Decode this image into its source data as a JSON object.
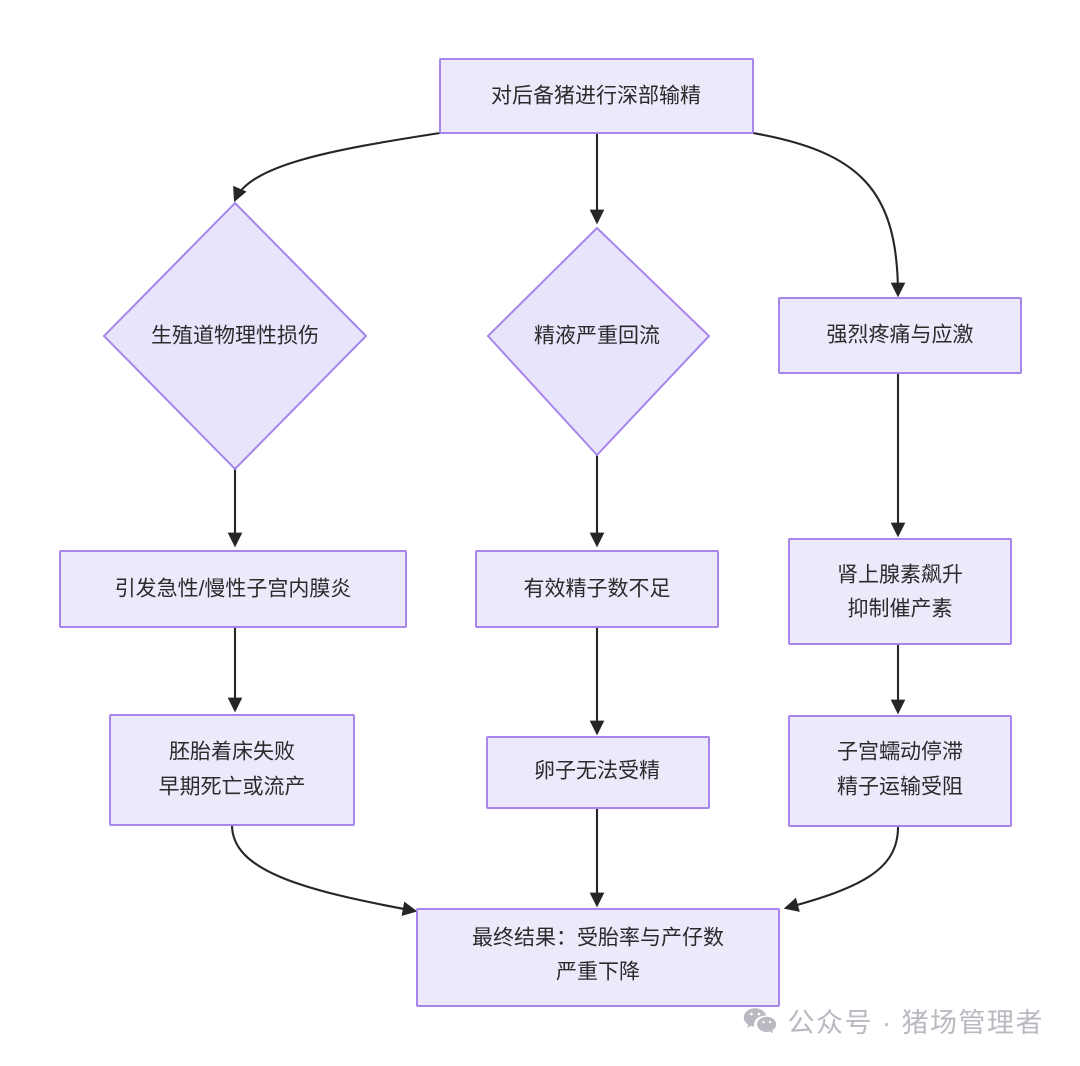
{
  "diagram": {
    "type": "flowchart",
    "title_node": "对后备猪进行深部输精",
    "background_color": "#ffffff",
    "node_fill_color": "#ece9fb",
    "node_border_color": "#a884ed",
    "edge_color": "#262626",
    "text_color": "#2b2b2b",
    "nodes": [
      {
        "id": "start",
        "shape": "rect",
        "label": "对后备猪进行深部输精",
        "lines": [
          "对后备猪进行深部输精"
        ]
      },
      {
        "id": "branch_left",
        "shape": "diamond",
        "label": "生殖道物理性损伤",
        "lines": [
          "生殖道物理性损伤"
        ]
      },
      {
        "id": "branch_mid",
        "shape": "diamond",
        "label": "精液严重回流",
        "lines": [
          "精液严重回流"
        ]
      },
      {
        "id": "branch_right",
        "shape": "rect",
        "label": "强烈疼痛与应激",
        "lines": [
          "强烈疼痛与应激"
        ]
      },
      {
        "id": "left_2",
        "shape": "rect",
        "label": "引发急性/慢性子宫内膜炎",
        "lines": [
          "引发急性/慢性子宫内膜炎"
        ]
      },
      {
        "id": "mid_2",
        "shape": "rect",
        "label": "有效精子数不足",
        "lines": [
          "有效精子数不足"
        ]
      },
      {
        "id": "right_2",
        "shape": "rect",
        "label": "肾上腺素飙升 抑制催产素",
        "lines": [
          "肾上腺素飙升",
          "抑制催产素"
        ]
      },
      {
        "id": "left_3",
        "shape": "rect",
        "label": "胚胎着床失败 早期死亡或流产",
        "lines": [
          "胚胎着床失败",
          "早期死亡或流产"
        ]
      },
      {
        "id": "mid_3",
        "shape": "rect",
        "label": "卵子无法受精",
        "lines": [
          "卵子无法受精"
        ]
      },
      {
        "id": "right_3",
        "shape": "rect",
        "label": "子宫蠕动停滞 精子运输受阻",
        "lines": [
          "子宫蠕动停滞",
          "精子运输受阻"
        ]
      },
      {
        "id": "end",
        "shape": "rect",
        "label": "最终结果：受胎率与产仔数 严重下降",
        "lines": [
          "最终结果：受胎率与产仔数",
          "严重下降"
        ]
      }
    ],
    "edges": [
      {
        "from": "start",
        "to": "branch_left"
      },
      {
        "from": "start",
        "to": "branch_mid"
      },
      {
        "from": "start",
        "to": "branch_right"
      },
      {
        "from": "branch_left",
        "to": "left_2"
      },
      {
        "from": "branch_mid",
        "to": "mid_2"
      },
      {
        "from": "branch_right",
        "to": "right_2"
      },
      {
        "from": "left_2",
        "to": "left_3"
      },
      {
        "from": "mid_2",
        "to": "mid_3"
      },
      {
        "from": "right_2",
        "to": "right_3"
      },
      {
        "from": "left_3",
        "to": "end"
      },
      {
        "from": "mid_3",
        "to": "end"
      },
      {
        "from": "right_3",
        "to": "end"
      }
    ]
  },
  "watermark": {
    "icon": "wechat-icon",
    "text": "公众号 · 猪场管理者",
    "color": "#b9b9c2"
  }
}
